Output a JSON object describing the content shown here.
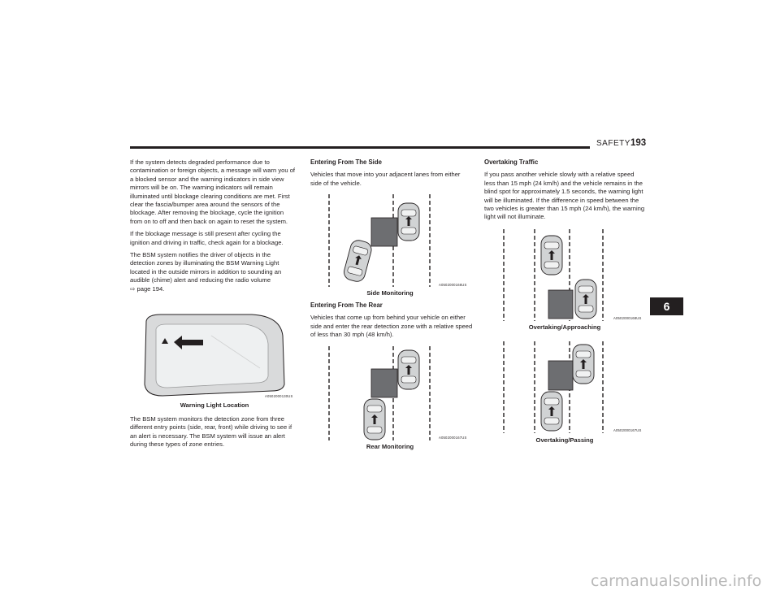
{
  "header": {
    "section": "SAFETY",
    "page_number": "193",
    "chapter_tab": "6"
  },
  "col1": {
    "p1": "If the system detects degraded performance due to contamination or foreign objects, a message will warn you of a blocked sensor and the warning indicators in side view mirrors will be on. The warning indicators will remain illuminated until blockage clearing conditions are met. First clear the fascia/bumper area around the sensors of the blockage. After removing the blockage, cycle the ignition from on to off and then back on again to reset the system.",
    "p2": "If the blockage message is still present after cycling the ignition and driving in traffic, check again for a blockage.",
    "p3": "The BSM system notifies the driver of objects in the detection zones by illuminating the BSM Warning Light located in the outside mirrors in addition to sounding an audible (chime) alert and reducing the radio volume",
    "p3_ref": "page 194.",
    "fig_caption": "Warning Light Location",
    "fig_code": "A0502000130US",
    "p4": "The BSM system monitors the detection zone from three different entry points (side, rear, front) while driving to see if an alert is necessary. The BSM system will issue an alert during these types of zone entries."
  },
  "col2": {
    "h1": "Entering From The Side",
    "p1": "Vehicles that move into your adjacent lanes from either side of the vehicle.",
    "fig1_caption": "Side Monitoring",
    "fig1_code": "A0502000166US",
    "h2": "Entering From The Rear",
    "p2": "Vehicles that come up from behind your vehicle on either side and enter the rear detection zone with a relative speed of less than 30 mph (48 km/h).",
    "fig2_caption": "Rear Monitoring",
    "fig2_code": "A0502000167US"
  },
  "col3": {
    "h1": "Overtaking Traffic",
    "p1": "If you pass another vehicle slowly with a relative speed less than 15 mph (24 km/h) and the vehicle remains in the blind spot for approximately 1.5 seconds, the warning light will be illuminated. If the difference in speed between the two vehicles is greater than 15 mph (24 km/h), the warning light will not illuminate.",
    "fig1_caption": "Overtaking/Approaching",
    "fig1_code": "A0502000168US",
    "fig2_caption": "Overtaking/Passing",
    "fig2_code": "A0502000167US"
  },
  "watermark": "carmanualsonline.info",
  "colors": {
    "ink": "#231f20",
    "zone": "#6d6e71",
    "car": "#d1d3d4"
  }
}
